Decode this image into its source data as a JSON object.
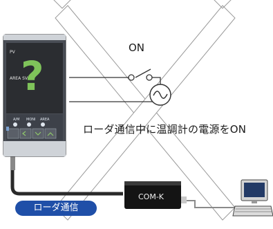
{
  "switch_label": "ON",
  "warning": "ローダ通信中に温調計の電源をON",
  "loader_label": "ローダ通信",
  "device": {
    "pv_label": "PV",
    "area_sv_label": "AREA  SV",
    "display_symbol": "?",
    "keys": [
      "A/M",
      "MONI",
      "AREA"
    ]
  },
  "converter_label": "COM-K",
  "colors": {
    "cross": "#aaaaaa",
    "device_body": "#4a4e56",
    "display": "#2b2d31",
    "symbol": "#7fc35a",
    "badge": "#1f4fa8",
    "cable": "#2a2a2a"
  },
  "icons": [
    "prohibited-cross",
    "ac-power-source-icon",
    "switch-icon",
    "communication-port-icon",
    "computer-icon"
  ]
}
